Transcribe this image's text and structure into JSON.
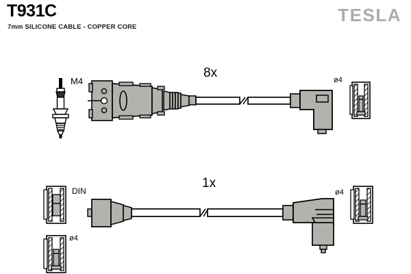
{
  "document": {
    "part_number": "T931C",
    "description": "7mm SILICONE CABLE - COPPER CORE",
    "brand": "TESLA",
    "background_color": "#ffffff",
    "body_fill_color": "#b0b4ad",
    "outline_color": "#000000",
    "logo_color": "#a9aeaa"
  },
  "assemblies": [
    {
      "name": "spark-plug-lead-set",
      "quantity_label": "8x",
      "terminal_thread_label": "M4",
      "boot_diameter_label": "ø4"
    },
    {
      "name": "coil-lead",
      "quantity_label": "1x",
      "connector_standard_label": "DIN",
      "boot_diameter_label_right": "ø4",
      "boot_diameter_label_left": "ø4"
    }
  ],
  "labels": {
    "m4": "M4",
    "qty_eight": "8x",
    "diameter_top_right": "ø4",
    "din": "DIN",
    "qty_one": "1x",
    "diameter_bottom_right": "ø4",
    "diameter_bottom_left": "ø4"
  }
}
